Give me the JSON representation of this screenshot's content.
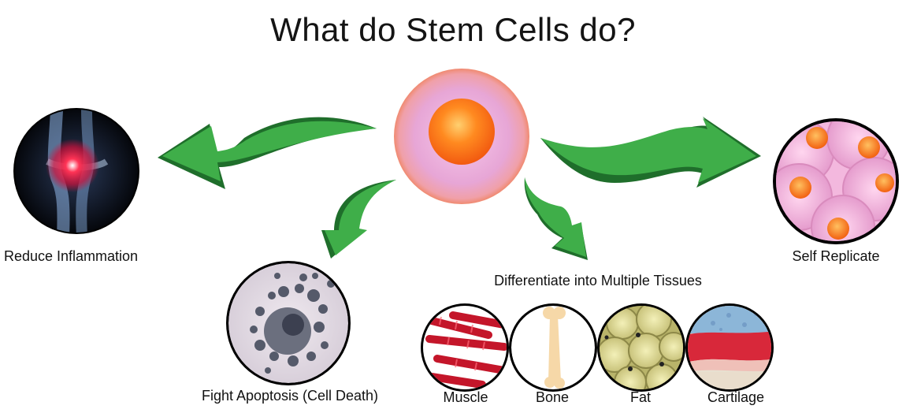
{
  "title": "What do Stem Cells do?",
  "center_cell": {
    "icon": "stem-cell-icon"
  },
  "outcomes": {
    "reduce_inflammation": {
      "label": "Reduce Inflammation",
      "icon": "inflamed-knee-icon"
    },
    "self_replicate": {
      "label": "Self Replicate",
      "icon": "replicating-cells-icon"
    },
    "fight_apoptosis": {
      "label": "Fight Apoptosis (Cell Death)",
      "icon": "apoptotic-cell-icon"
    },
    "differentiate": {
      "label": "Differentiate into Multiple Tissues",
      "tissues": [
        {
          "label": "Muscle",
          "icon": "muscle-fibers-icon"
        },
        {
          "label": "Bone",
          "icon": "bone-icon"
        },
        {
          "label": "Fat",
          "icon": "fat-cells-icon"
        },
        {
          "label": "Cartilage",
          "icon": "cartilage-icon"
        }
      ]
    }
  },
  "colors": {
    "arrow_green": "#3fae49",
    "arrow_dark": "#1f6e2b",
    "cell_pink": "#e9a9d8",
    "nucleus_orange": "#ff6a1a"
  }
}
